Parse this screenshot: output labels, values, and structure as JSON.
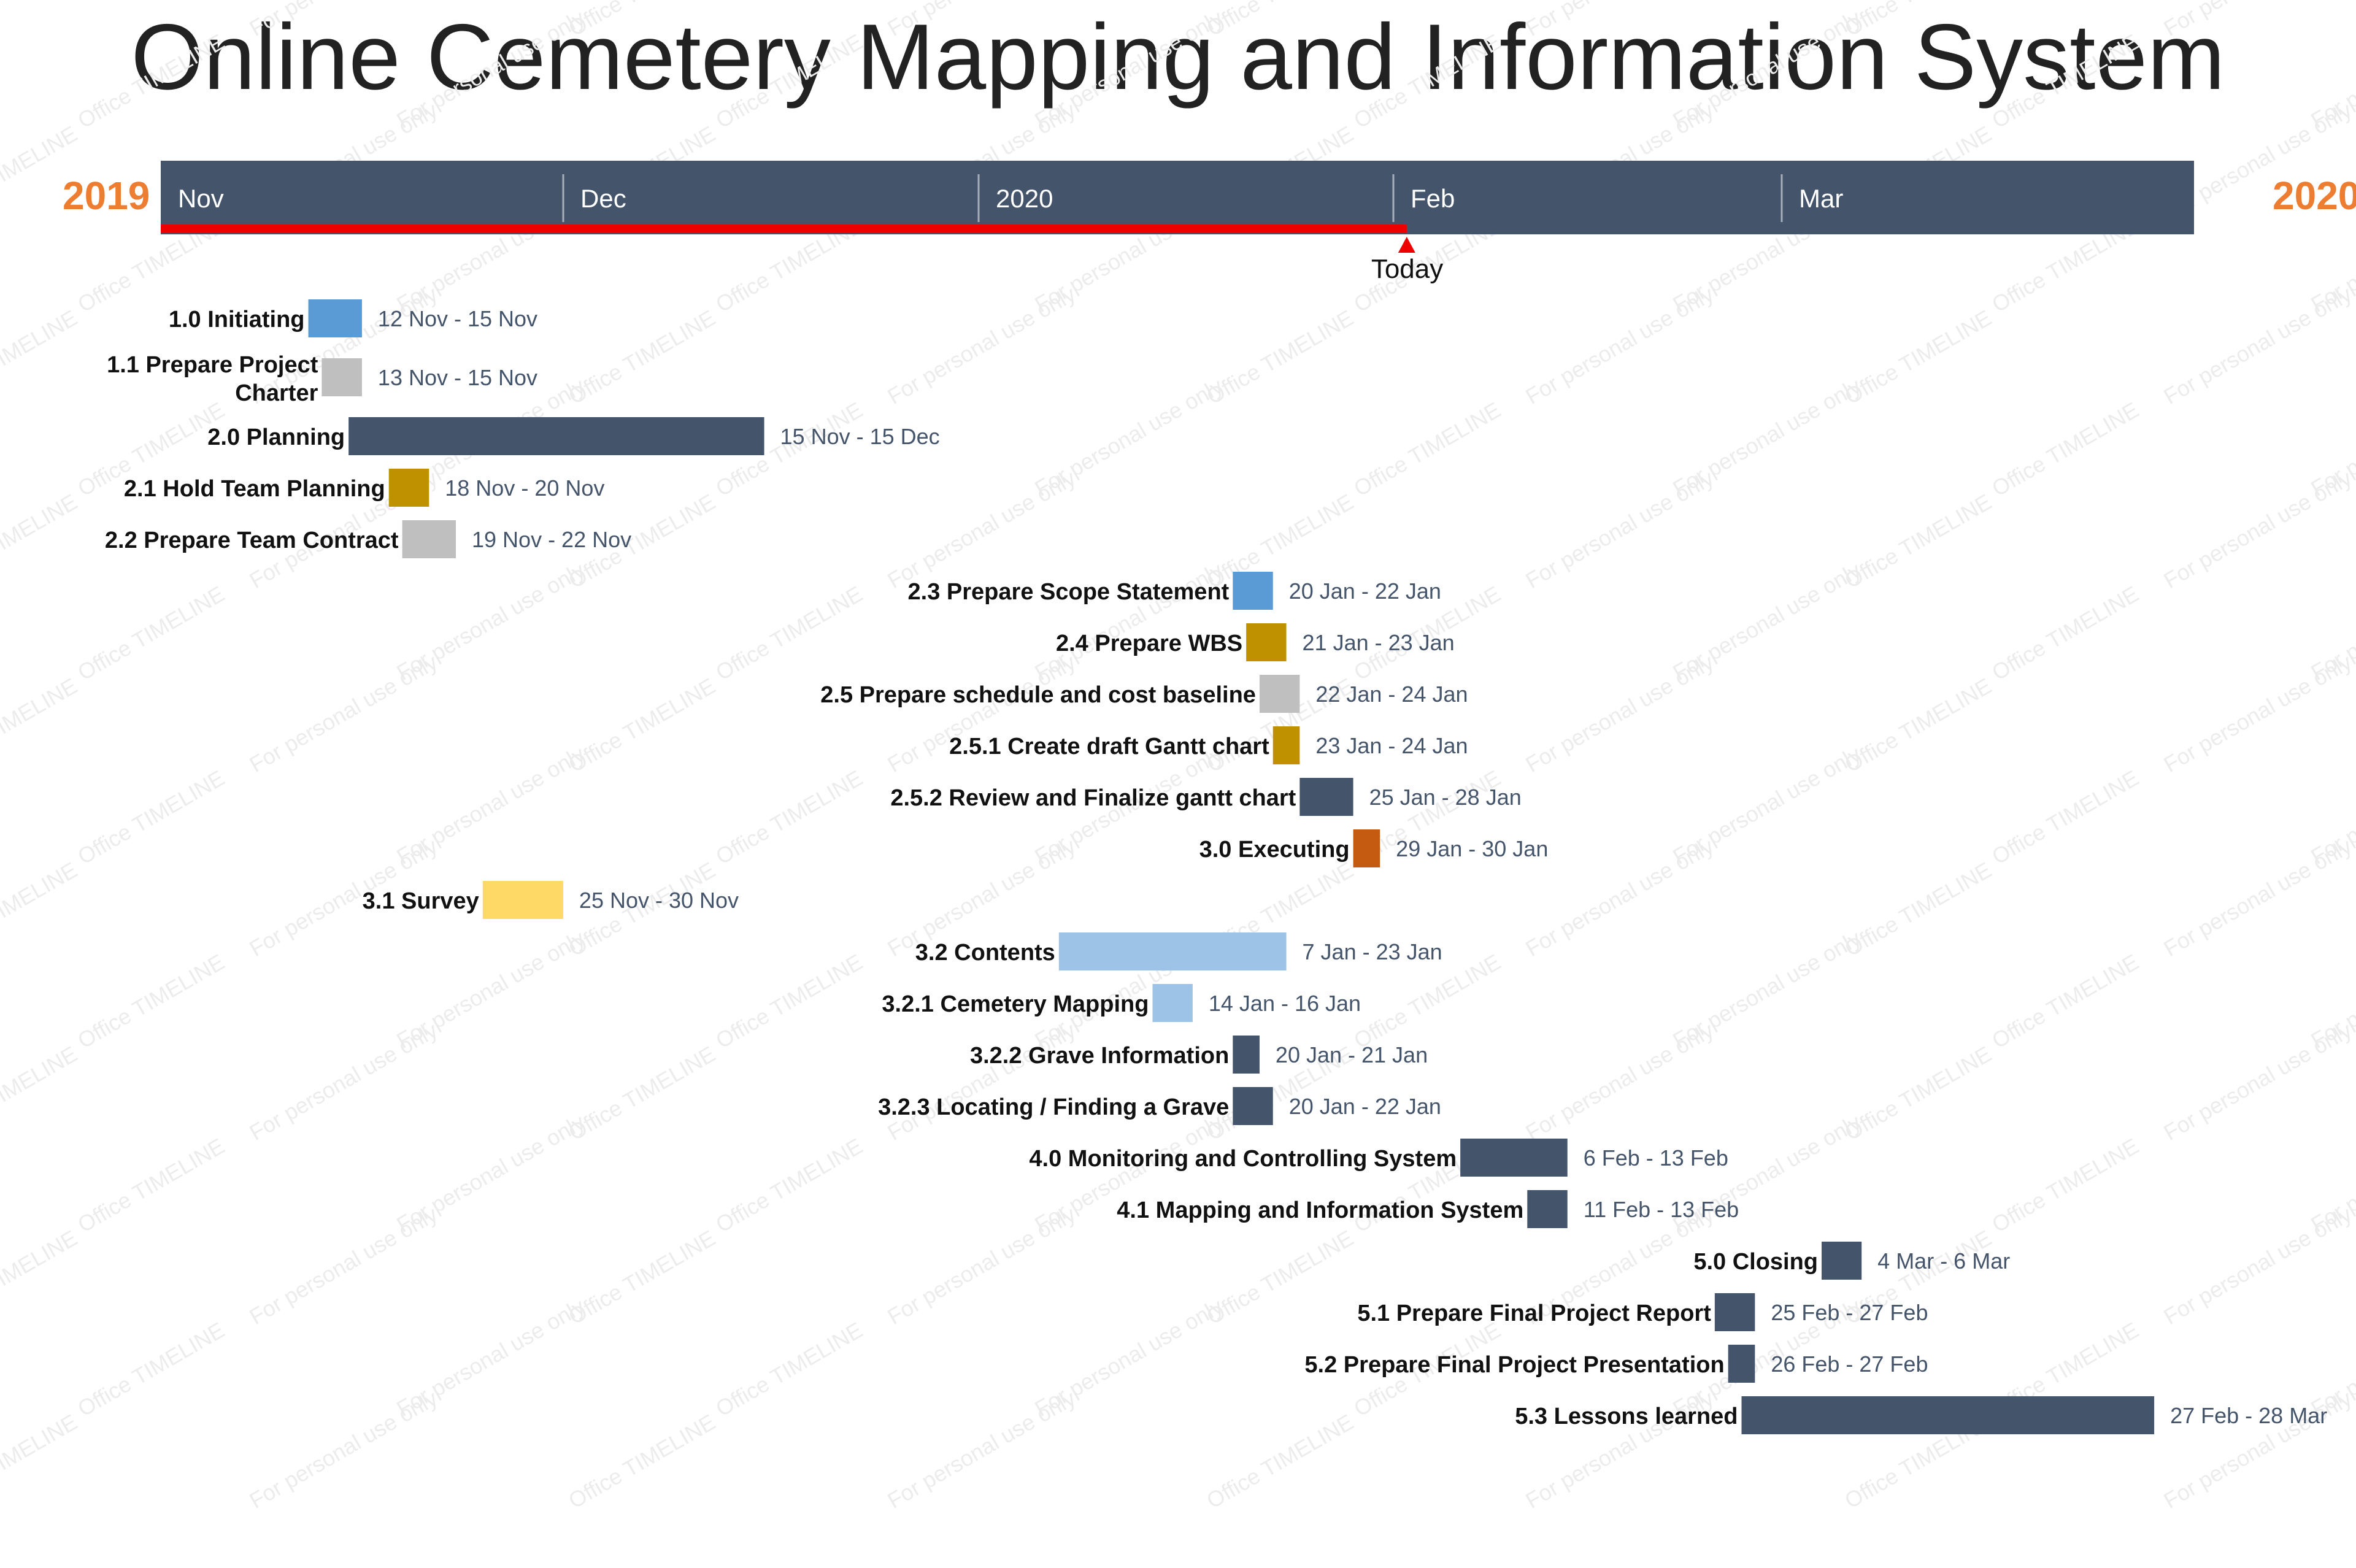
{
  "title": "Online Cemetery Mapping and Information System",
  "timescale": {
    "start_year": "2019",
    "end_year": "2020",
    "months": [
      "Nov",
      "Dec",
      "2020",
      "Feb",
      "Mar"
    ],
    "today_label": "Today",
    "bar_color": "#44546a",
    "progress_color": "#ee0000",
    "year_color": "#ed7d31"
  },
  "watermark": [
    "Office TIMELINE",
    "For personal use only"
  ],
  "chart_data": {
    "type": "gantt",
    "title": "Online Cemetery Mapping and Information System",
    "x_range": [
      "2019-11-01",
      "2020-03-31"
    ],
    "today": "2020-02-02",
    "tasks": [
      {
        "name": "1.0 Initiating",
        "dates": "12 Nov - 15 Nov",
        "start": "2019-11-12",
        "end": "2019-11-15",
        "color": "#5b9bd5"
      },
      {
        "name": "1.1 Prepare Project Charter",
        "dates": "13 Nov - 15 Nov",
        "start": "2019-11-13",
        "end": "2019-11-15",
        "color": "#bfbfbf"
      },
      {
        "name": "2.0 Planning",
        "dates": "15 Nov - 15 Dec",
        "start": "2019-11-15",
        "end": "2019-12-15",
        "color": "#44546a"
      },
      {
        "name": "2.1 Hold Team Planning",
        "dates": "18 Nov - 20 Nov",
        "start": "2019-11-18",
        "end": "2019-11-20",
        "color": "#bf9000"
      },
      {
        "name": "2.2 Prepare Team Contract",
        "dates": "19 Nov - 22 Nov",
        "start": "2019-11-19",
        "end": "2019-11-22",
        "color": "#bfbfbf"
      },
      {
        "name": "2.3 Prepare Scope Statement",
        "dates": "20 Jan - 22 Jan",
        "start": "2020-01-20",
        "end": "2020-01-22",
        "color": "#5b9bd5"
      },
      {
        "name": "2.4 Prepare WBS",
        "dates": "21 Jan - 23 Jan",
        "start": "2020-01-21",
        "end": "2020-01-23",
        "color": "#bf9000"
      },
      {
        "name": "2.5 Prepare schedule and cost baseline",
        "dates": "22 Jan - 24 Jan",
        "start": "2020-01-22",
        "end": "2020-01-24",
        "color": "#bfbfbf"
      },
      {
        "name": "2.5.1 Create draft Gantt chart",
        "dates": "23 Jan - 24 Jan",
        "start": "2020-01-23",
        "end": "2020-01-24",
        "color": "#bf9000"
      },
      {
        "name": "2.5.2 Review and Finalize gantt chart",
        "dates": "25 Jan - 28 Jan",
        "start": "2020-01-25",
        "end": "2020-01-28",
        "color": "#44546a"
      },
      {
        "name": "3.0 Executing",
        "dates": "29 Jan - 30 Jan",
        "start": "2020-01-29",
        "end": "2020-01-30",
        "color": "#c55a11"
      },
      {
        "name": "3.1 Survey",
        "dates": "25 Nov - 30 Nov",
        "start": "2019-11-25",
        "end": "2019-11-30",
        "color": "#ffd966"
      },
      {
        "name": "3.2 Contents",
        "dates": "7 Jan - 23 Jan",
        "start": "2020-01-07",
        "end": "2020-01-23",
        "color": "#9dc3e6"
      },
      {
        "name": "3.2.1 Cemetery Mapping",
        "dates": "14 Jan - 16 Jan",
        "start": "2020-01-14",
        "end": "2020-01-16",
        "color": "#9dc3e6"
      },
      {
        "name": "3.2.2 Grave Information",
        "dates": "20 Jan - 21 Jan",
        "start": "2020-01-20",
        "end": "2020-01-21",
        "color": "#44546a"
      },
      {
        "name": "3.2.3 Locating / Finding a Grave",
        "dates": "20 Jan - 22 Jan",
        "start": "2020-01-20",
        "end": "2020-01-22",
        "color": "#44546a"
      },
      {
        "name": "4.0 Monitoring and Controlling System",
        "dates": "6 Feb - 13 Feb",
        "start": "2020-02-06",
        "end": "2020-02-13",
        "color": "#44546a"
      },
      {
        "name": "4.1 Mapping and Information System",
        "dates": "11 Feb - 13 Feb",
        "start": "2020-02-11",
        "end": "2020-02-13",
        "color": "#44546a"
      },
      {
        "name": "5.0 Closing",
        "dates": "4 Mar - 6 Mar",
        "start": "2020-03-04",
        "end": "2020-03-06",
        "color": "#44546a"
      },
      {
        "name": "5.1 Prepare Final Project Report",
        "dates": "25 Feb - 27 Feb",
        "start": "2020-02-25",
        "end": "2020-02-27",
        "color": "#44546a"
      },
      {
        "name": "5.2 Prepare Final Project Presentation",
        "dates": "26 Feb - 27 Feb",
        "start": "2020-02-26",
        "end": "2020-02-27",
        "color": "#44546a"
      },
      {
        "name": "5.3 Lessons learned",
        "dates": "27 Feb - 28 Mar",
        "start": "2020-02-27",
        "end": "2020-03-28",
        "color": "#44546a"
      }
    ]
  }
}
